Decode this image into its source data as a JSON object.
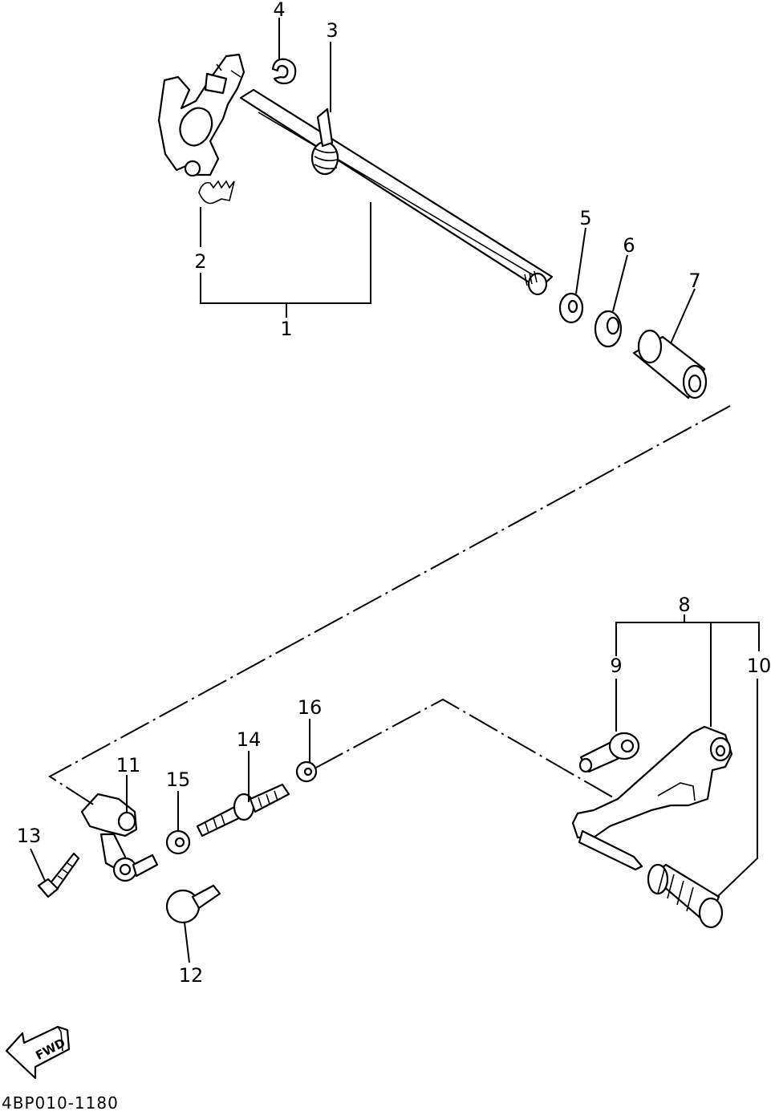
{
  "diagram": {
    "callouts": [
      {
        "id": "1",
        "label": "1"
      },
      {
        "id": "2",
        "label": "2"
      },
      {
        "id": "3",
        "label": "3"
      },
      {
        "id": "4",
        "label": "4"
      },
      {
        "id": "5",
        "label": "5"
      },
      {
        "id": "6",
        "label": "6"
      },
      {
        "id": "7",
        "label": "7"
      },
      {
        "id": "8",
        "label": "8"
      },
      {
        "id": "9",
        "label": "9"
      },
      {
        "id": "10",
        "label": "10"
      },
      {
        "id": "11",
        "label": "11"
      },
      {
        "id": "12",
        "label": "12"
      },
      {
        "id": "13",
        "label": "13"
      },
      {
        "id": "14",
        "label": "14"
      },
      {
        "id": "15",
        "label": "15"
      },
      {
        "id": "16",
        "label": "16"
      }
    ],
    "fwd_label": "FWD",
    "drawing_code": "4BP010-1180"
  }
}
